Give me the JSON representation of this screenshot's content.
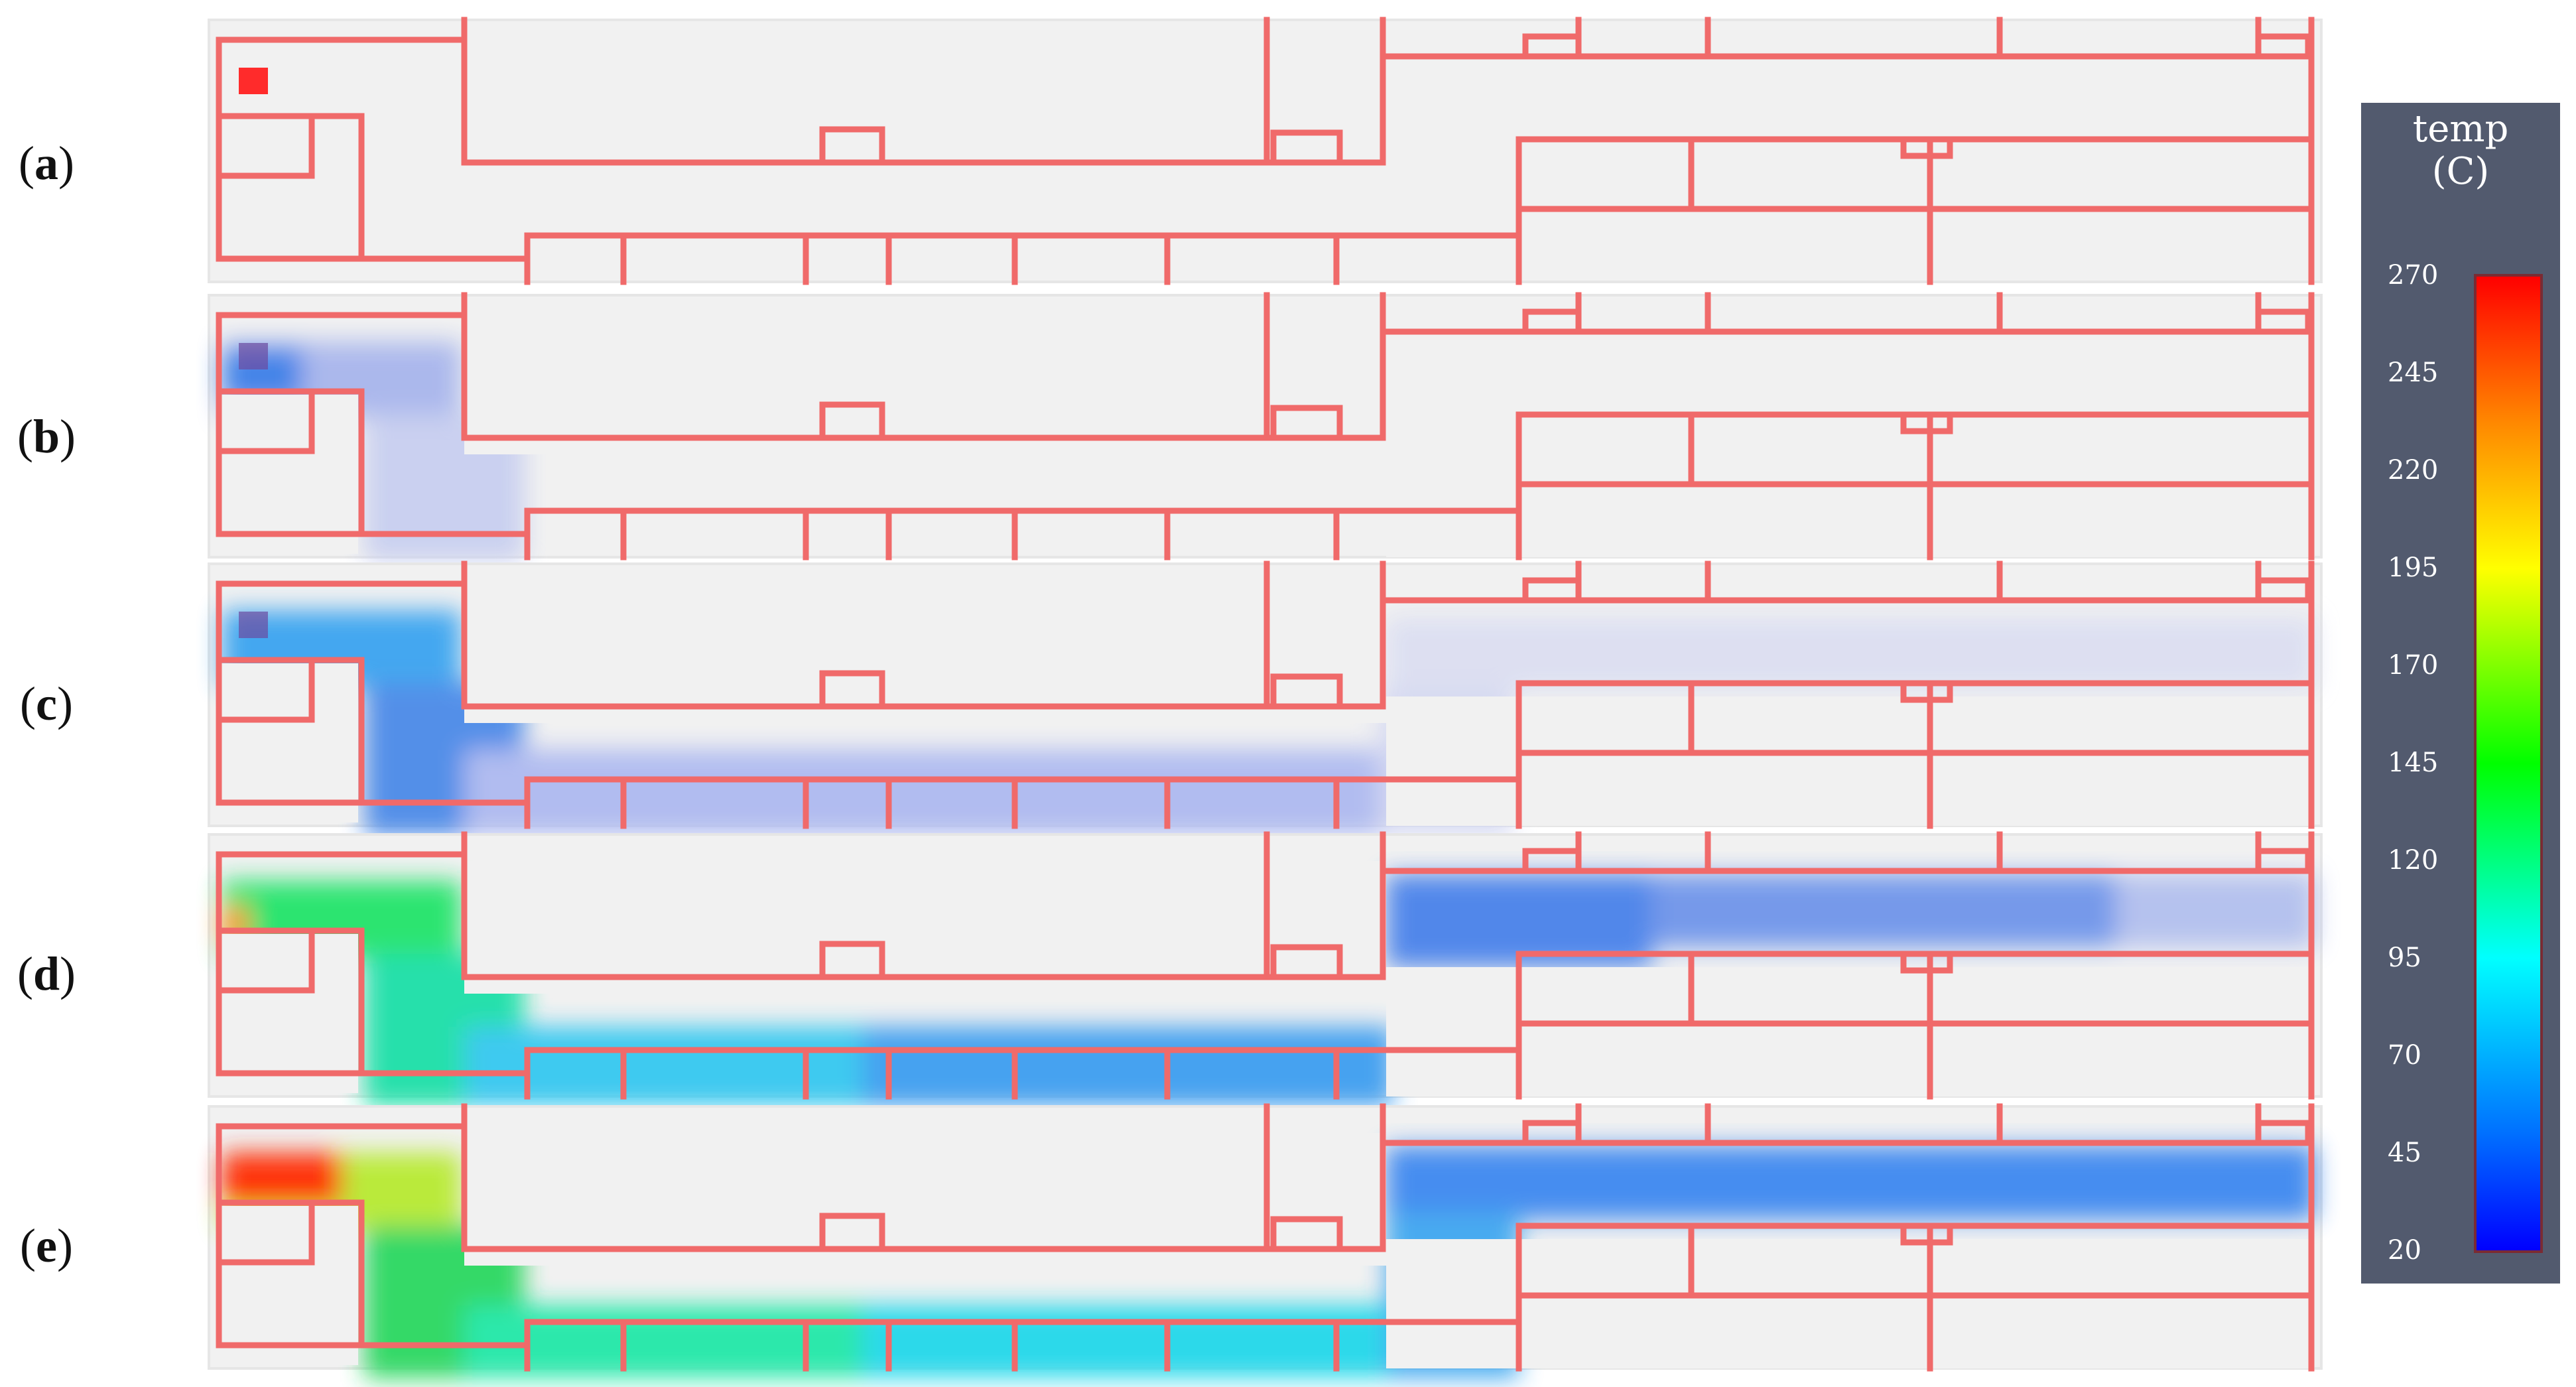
{
  "panels": [
    {
      "label": "a",
      "scenario": 0
    },
    {
      "label": "b",
      "scenario": 1
    },
    {
      "label": "c",
      "scenario": 2
    },
    {
      "label": "d",
      "scenario": 3
    },
    {
      "label": "e",
      "scenario": 4
    }
  ],
  "legend": {
    "title_line1": "temp",
    "title_line2": "(C)",
    "ticks": [
      "270",
      "245",
      "220",
      "195",
      "170",
      "145",
      "120",
      "95",
      "70",
      "45",
      "20"
    ]
  },
  "colors": {
    "wall": "#f06a6a",
    "floor": "#f1f1f1",
    "fire_source": "#ff2b2b",
    "legend_bg": "#525a6e"
  }
}
